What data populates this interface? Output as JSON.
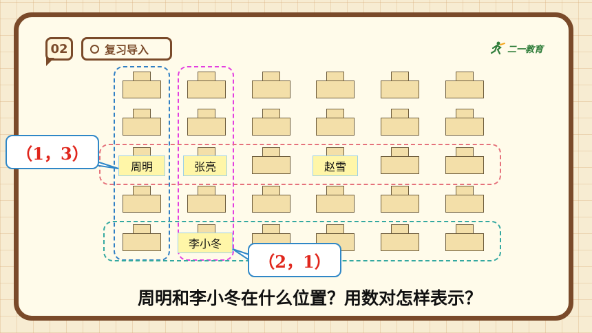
{
  "section": {
    "number": "02",
    "title": "复习导入"
  },
  "logo": {
    "text": "二一教育"
  },
  "students": [
    {
      "name": "周明"
    },
    {
      "name": "张亮"
    },
    {
      "name": "赵雪"
    },
    {
      "name": "李小冬"
    }
  ],
  "coordinates": {
    "first": "（1，3）",
    "second": "（2，1）"
  },
  "question": "周明和李小冬在什么位置？用数对怎样表示？",
  "colors": {
    "border": "#7a4a2a",
    "coord_text": "#e0261c",
    "callout_border": "#2f87c7"
  }
}
